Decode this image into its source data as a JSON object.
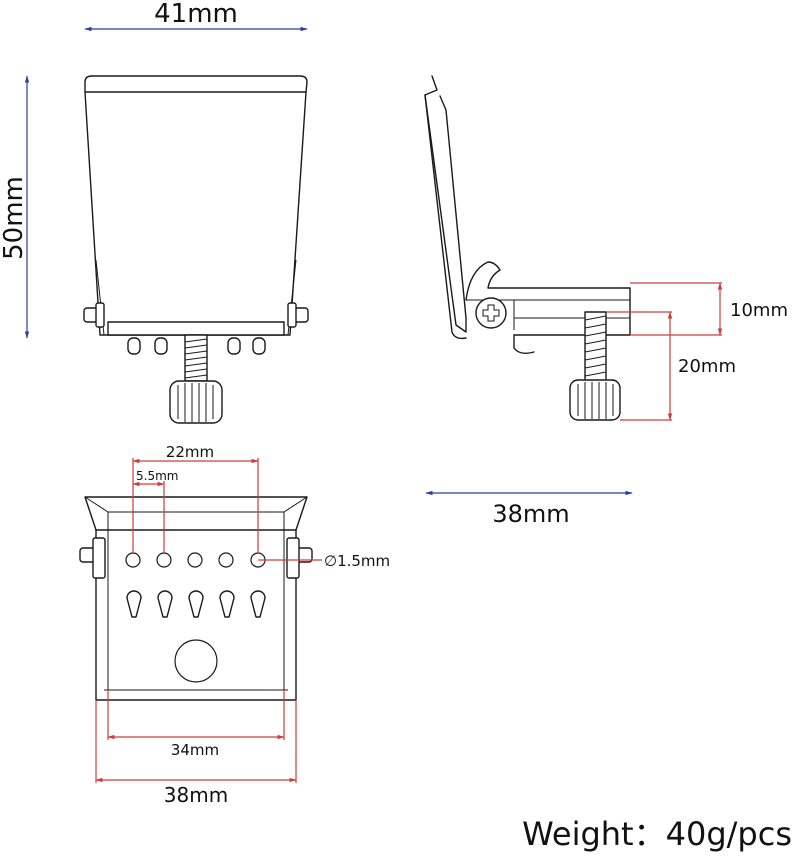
{
  "dimensions": {
    "top_width": "41mm",
    "height": "50mm",
    "side_bracket": "10mm",
    "screw_length": "20mm",
    "side_depth": "38mm",
    "hole_span": "22mm",
    "hole_pitch": "5.5mm",
    "hole_diameter": "∅1.5mm",
    "inner_width": "34mm",
    "outer_width": "38mm"
  },
  "weight_label": "Weight：40g/pcs",
  "colors": {
    "dimension_blue": "#2b3ea8",
    "dimension_red": "#d43a3a",
    "outline": "#1a1a1a"
  }
}
